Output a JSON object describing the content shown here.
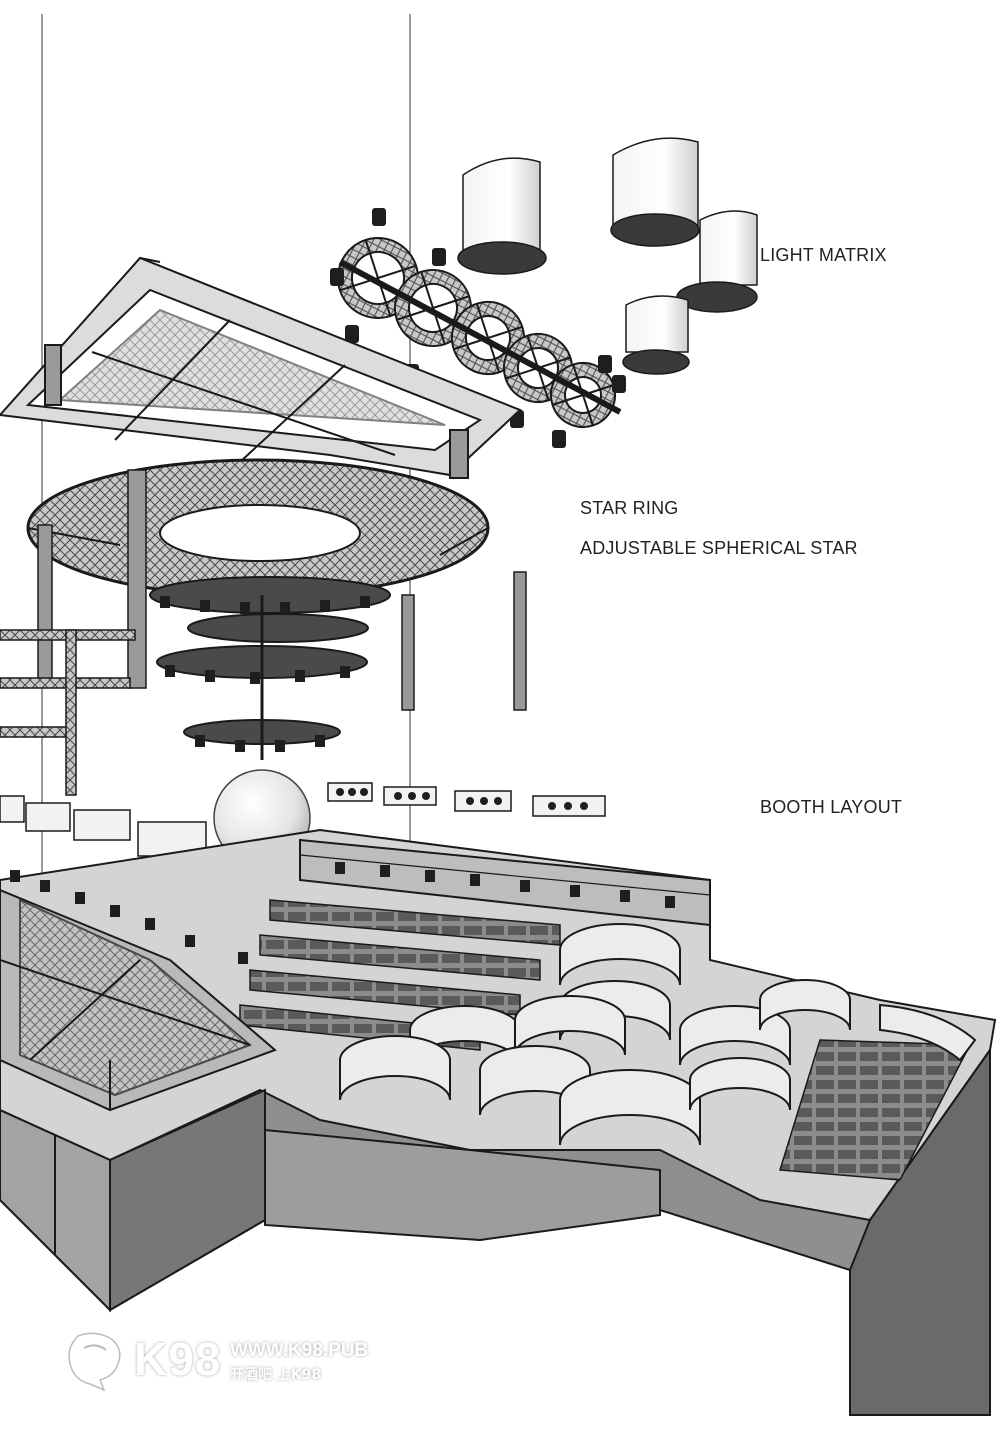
{
  "labels": {
    "light_matrix": "LIGHT MATRIX",
    "star_ring": "STAR RING",
    "adjustable_star": "ADJUSTABLE SPHERICAL STAR",
    "booth_layout": "BOOTH LAYOUT"
  },
  "watermark": {
    "brand": "K98",
    "url": "WWW.K98.PUB",
    "slogan": "开酒吧 上K98"
  },
  "colors": {
    "background": "#ffffff",
    "line": "#1a1a1a",
    "light_fill": "#d9d9d9",
    "mid_fill": "#9a9a9a",
    "dark_fill": "#3a3a3a"
  }
}
